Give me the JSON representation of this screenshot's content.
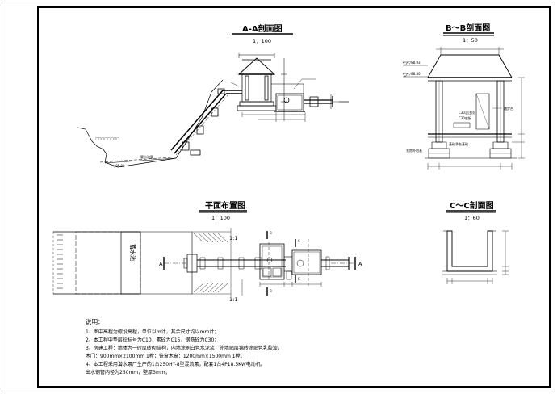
{
  "sections": {
    "aa": {
      "title": "A-A剖面图",
      "scale": "1：100"
    },
    "bb": {
      "title": "B～B剖面图",
      "scale": "1：50"
    },
    "plan": {
      "title": "平面布置图",
      "scale": "1：100"
    },
    "cc": {
      "title": "C～C剖面图",
      "scale": "1：60"
    }
  },
  "aa_labels": {
    "water_level": "▽85.00",
    "pipe": "管水池管",
    "slope_text": "□□□□□□□□"
  },
  "bb_labels": {
    "top_el": "▽88.93",
    "eave_el": "▽88.80",
    "layer1": "C30浇注顶",
    "layer2": "C30底板",
    "base": "基础承台基础",
    "pump": "泵房外地基",
    "stair": "踏步台"
  },
  "plan_labels": {
    "pool": "蓄水池",
    "mark_a_l": "A",
    "mark_a_r": "A",
    "mark_b": "B",
    "mark_c": "C",
    "mark_11_top": "1:1",
    "mark_11_bot": "1:1"
  },
  "notes": {
    "heading": "说明：",
    "items": [
      "1、图中高程为假设高程，单位以m计，其余尺寸均以mm计；",
      "2、本工程中垫层砼标号为C10，素砼为C15，钢筋砼为C30；",
      "3、房建工程：墙体为一砖厚砖砌结构，内墙涂刷白色水泥浆，外墙贴层锦砖涂贴色乳胶漆，",
      "木门：900mm×2100mm 1樘；铁窗木窗：1200mm×1500mm 1樘。",
      "4、本工程采用潜水泵厂生产的1台250HY-8型混流泵，配套1台4P18.5KW电动机。",
      "出水钢管内径为250mm，壁厚3mm；"
    ]
  }
}
